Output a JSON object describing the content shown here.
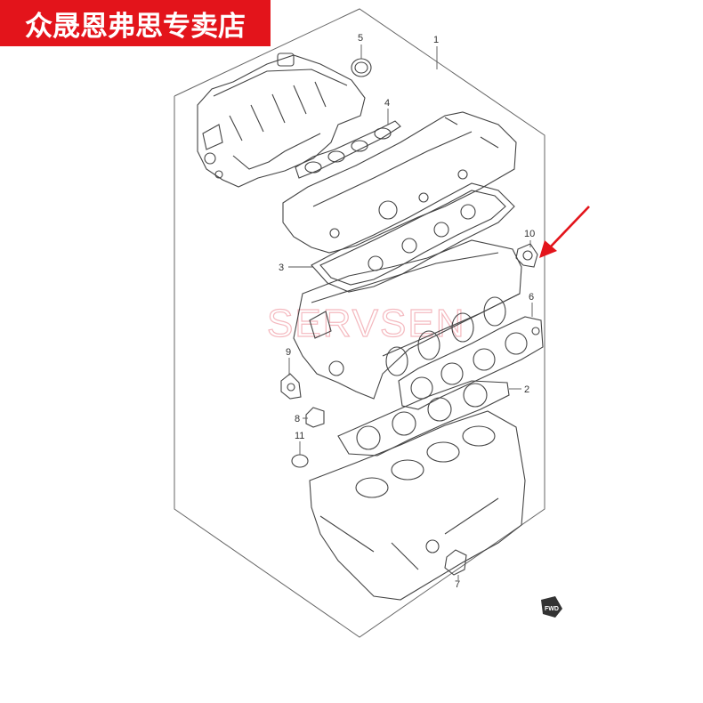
{
  "banner": {
    "text": "众晟恩弗思专卖店",
    "background": "#e3141b",
    "color": "#ffffff"
  },
  "watermark": {
    "text": "SERVSEN",
    "color": "#f4b9bf"
  },
  "callouts": [
    {
      "id": "1",
      "label": "1"
    },
    {
      "id": "2",
      "label": "2"
    },
    {
      "id": "3",
      "label": "3"
    },
    {
      "id": "4",
      "label": "4"
    },
    {
      "id": "5",
      "label": "5"
    },
    {
      "id": "6",
      "label": "6"
    },
    {
      "id": "7",
      "label": "7"
    },
    {
      "id": "8",
      "label": "8"
    },
    {
      "id": "9",
      "label": "9"
    },
    {
      "id": "10",
      "label": "10"
    },
    {
      "id": "11",
      "label": "11"
    }
  ],
  "fwd_marker": {
    "text": "FWD"
  },
  "arrow": {
    "color": "#e3141b",
    "points_to": "10"
  },
  "parts": {
    "engine_block": "engine-block",
    "cylinder_head": "cylinder-head",
    "intake_manifold": "intake-manifold",
    "valve_cover": "cylinder-head-cover"
  }
}
